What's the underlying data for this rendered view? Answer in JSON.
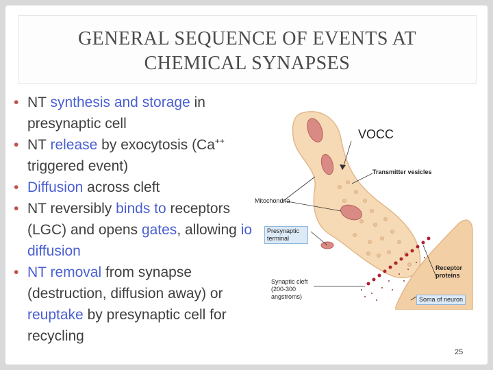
{
  "title": {
    "line1": "GENERAL SEQUENCE OF EVENTS AT",
    "line2": "CHEMICAL SYNAPSES"
  },
  "bullets": [
    {
      "parts": [
        {
          "text": "NT ",
          "hl": false
        },
        {
          "text": "synthesis and storage",
          "hl": true
        },
        {
          "text": " in presynaptic cell",
          "hl": false
        }
      ]
    },
    {
      "parts": [
        {
          "text": "NT ",
          "hl": false
        },
        {
          "text": "release",
          "hl": true
        },
        {
          "text": " by exocytosis (Ca",
          "hl": false
        },
        {
          "text": "++",
          "sup": true
        },
        {
          "text": " triggered event)",
          "hl": false
        }
      ]
    },
    {
      "parts": [
        {
          "text": "Diffusion",
          "hl": true
        },
        {
          "text": " across cleft",
          "hl": false
        }
      ]
    },
    {
      "parts": [
        {
          "text": "NT reversibly ",
          "hl": false
        },
        {
          "text": "binds to",
          "hl": true
        },
        {
          "text": " receptors (LGC) and opens ",
          "hl": false
        },
        {
          "text": "gates",
          "hl": true
        },
        {
          "text": ", allowing ",
          "hl": false
        },
        {
          "text": "ion diffusion",
          "hl": true
        }
      ]
    },
    {
      "parts": [
        {
          "text": "NT removal",
          "hl": true
        },
        {
          "text": " from synapse (destruction, diffusion away) or ",
          "hl": false
        },
        {
          "text": "reuptake",
          "hl": true
        },
        {
          "text": " by presynaptic cell for recycling",
          "hl": false
        }
      ]
    }
  ],
  "figure": {
    "vocc": "VOCC",
    "transmitter_vesicles": "Transmitter vesicles",
    "mitochondria": "Mitochondria",
    "presynaptic_terminal": "Presynaptic terminal",
    "synaptic_cleft": "Synaptic cleft (200-300 angstroms)",
    "receptor_proteins": "Receptor proteins",
    "soma_of_neuron": "Soma of neuron",
    "colors": {
      "cell_fill": "#f6d9b5",
      "soma_fill": "#f3cfa6",
      "mitochondria": "#d98a84",
      "receptors": "#b0222e",
      "label_box": "#dce9f7"
    }
  },
  "page_number": "25"
}
